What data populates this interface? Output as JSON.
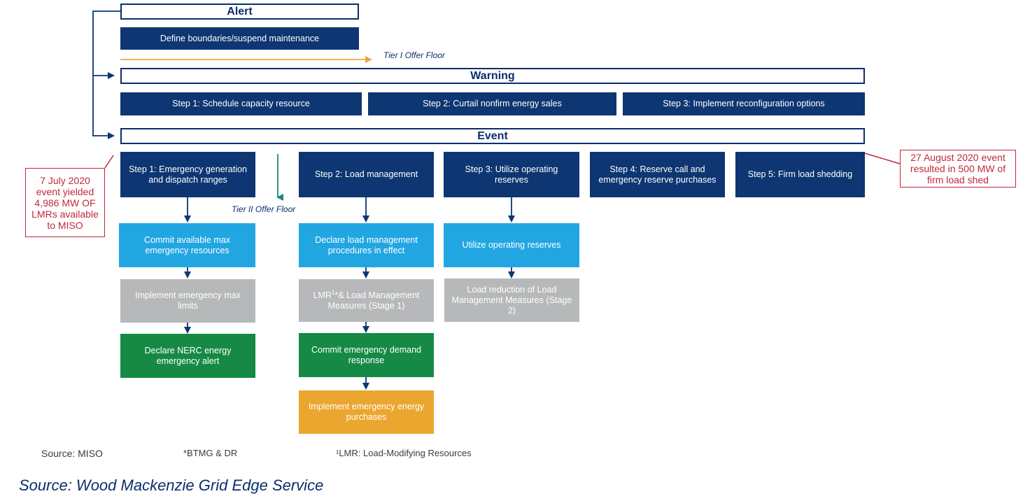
{
  "phases": {
    "alert": "Alert",
    "warning": "Warning",
    "event": "Event"
  },
  "alert_steps": [
    "Define boundaries/suspend maintenance"
  ],
  "tier1_label": "Tier I Offer Floor",
  "tier2_label": "Tier II Offer Floor",
  "warning_steps": [
    "Step 1: Schedule capacity resource",
    "Step 2: Curtail nonfirm energy sales",
    "Step 3: Implement reconfiguration options"
  ],
  "event_steps": [
    "Step 1: Emergency generation and dispatch ranges",
    "Step 2: Load management",
    "Step 3: Utilize operating reserves",
    "Step 4: Reserve call and emergency reserve purchases",
    "Step 5: Firm load shedding"
  ],
  "col1": [
    "Commit available max emergency resources",
    "Implement emergency max limits",
    "Declare NERC energy emergency alert"
  ],
  "col2": {
    "item1": "Declare load management procedures in effect",
    "item2_a": "LMR",
    "item2_sup": "1",
    "item2_b": "*& Load Management Measures (Stage 1)",
    "item3": "Commit emergency demand response",
    "item4": "Implement emergency energy purchases"
  },
  "col3": [
    "Utilize operating reserves",
    "Load reduction of Load Management Measures (Stage 2)"
  ],
  "callouts": {
    "left": "7 July 2020 event yielded 4,986 MW OF LMRs available to MISO",
    "right": "27 August 2020 event resulted in 500 MW of firm load shed"
  },
  "footnotes": {
    "source": "Source: MISO",
    "btmg": "*BTMG & DR",
    "lmr": "¹LMR: Load-Modifying Resources"
  },
  "source_line": "Source: Wood Mackenzie Grid Edge Service",
  "colors": {
    "navy": "#0d3672",
    "sky": "#22a6e2",
    "grey": "#b6b8ba",
    "green": "#168a45",
    "amber": "#eba630",
    "tier1": "#e8a93a",
    "tier2": "#1a8c7a",
    "callout": "#c0283b"
  }
}
